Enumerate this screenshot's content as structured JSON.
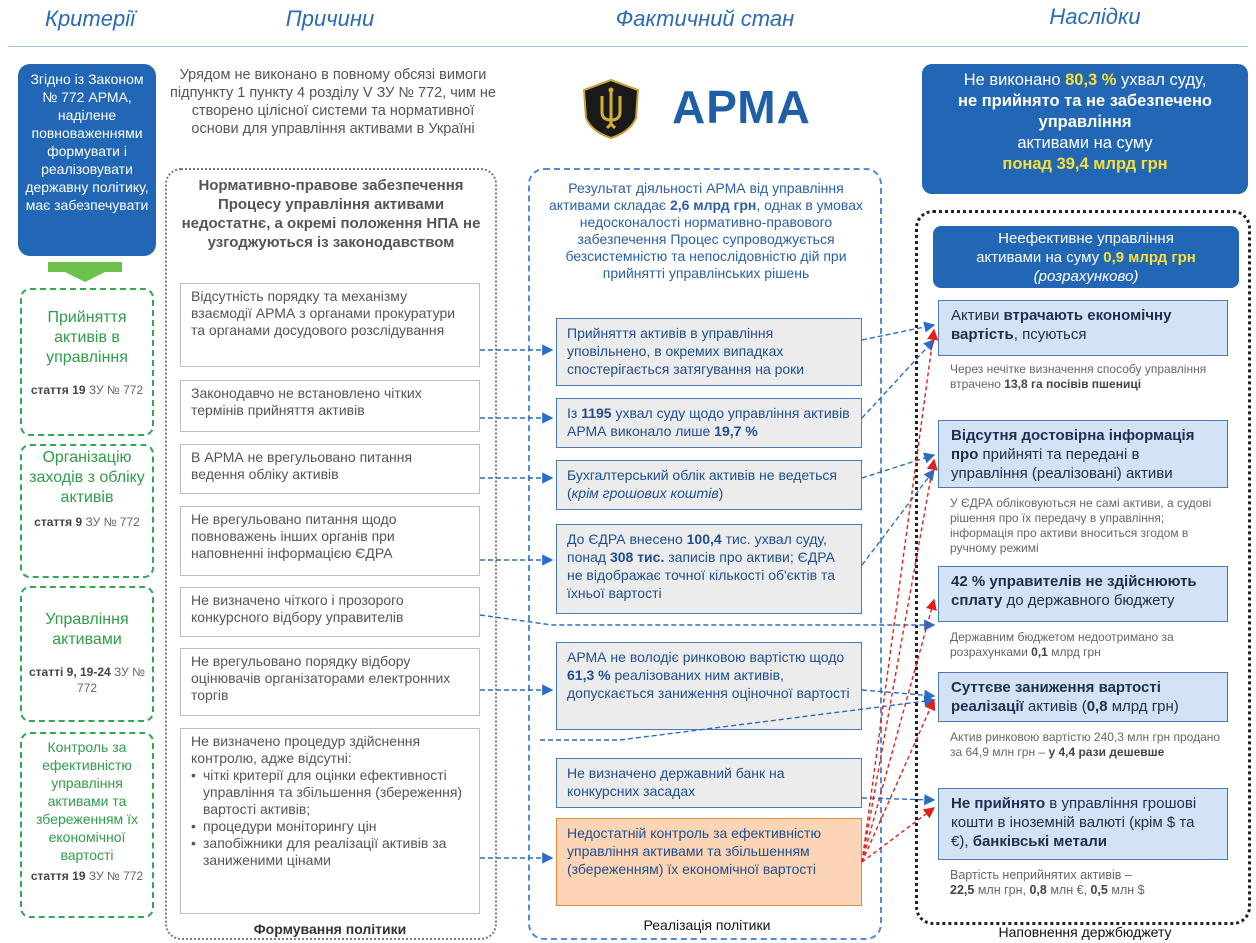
{
  "headers": {
    "criteria": "Критерії",
    "causes": "Причини",
    "actual_state": "Фактичний стан",
    "consequences": "Наслідки"
  },
  "criteria": {
    "intro": "Згідно із Законом № 772 АРМА, наділене повноваженнями формувати і реалізовувати державну політику, має забезпечувати",
    "items": [
      {
        "title": "Прийняття активів в управління",
        "article_prefix": "стаття",
        "article_num": "19",
        "article_suffix": " ЗУ № 772"
      },
      {
        "title": "Організацію заходів з обліку активів",
        "article_prefix": "стаття",
        "article_num": "9",
        "article_suffix": " ЗУ № 772"
      },
      {
        "title": "Управління активами",
        "article_prefix": "статті",
        "article_num": "9, 19-24",
        "article_suffix": " ЗУ № 772"
      },
      {
        "title": "Контроль за ефективністю управління активами та збереженням їх економічної вартості",
        "article_prefix": "стаття",
        "article_num": "19",
        "article_suffix": " ЗУ № 772"
      }
    ]
  },
  "causes": {
    "top_text": "Урядом не виконано в повному обсязі вимоги підпункту 1 пункту 4 розділу V ЗУ № 772, чим не створено цілісної системи та нормативної основи для управління активами в Україні",
    "frame_title": "Нормативно-правове забезпечення Процесу управління активами недостатнє, а окремі положення НПА не узгоджуються із законодавством",
    "boxes": [
      "Відсутність порядку та механізму взаємодії АРМА з органами прокуратури та органами досудового розслідування",
      "Законодавчо не встановлено чітких термінів прийняття активів",
      "В АРМА не врегульовано питання ведення обліку активів",
      "Не врегульовано питання щодо повноважень інших органів при наповненні інформацією ЄДРА",
      "Не визначено чіткого і прозорого конкурсного відбору управителів",
      "Не врегульовано порядку відбору оцінювачів організаторами електронних торгів"
    ],
    "control_box": {
      "lead": "Не визначено процедур здійснення контролю, адже відсутні:",
      "bullets": [
        "чіткі критерії для оцінки ефективності управління та збільшення (збереження) вартості активів;",
        "процедури моніторингу цін",
        "запобіжники для реалізації активів за заниженими цінами"
      ]
    },
    "footer": "Формування політики"
  },
  "actual": {
    "logo_text": "АРМА",
    "emblem_icon": "trident-shield-icon",
    "intro_pre": "Результат діяльності АРМА від управління активами складає ",
    "intro_bold": "2,6 млрд грн",
    "intro_post": ", однак в умовах недосконалості нормативно-правового забезпечення Процес супроводжується безсистемністю та непослідовністю дій при прийнятті управлінських рішень",
    "box1": "Прийняття активів в управління уповільнено, в окремих випадках спостерігається затягування на роки",
    "box2_pre": "Із ",
    "box2_b1": "1195",
    "box2_mid": " ухвал суду щодо управління активів АРМА виконало лише ",
    "box2_b2": "19,7 %",
    "box3_pre": "Бухгалтерський облік активів не ведеться (",
    "box3_italic": "крім грошових коштів",
    "box3_post": ")",
    "box4_pre": "До ЄДРА внесено ",
    "box4_b1": "100,4",
    "box4_mid": " тис. ухвал суду, понад ",
    "box4_b2": "308 тис.",
    "box4_post": " записів про активи; ЄДРА не відображає точної кількості об'єктів та їхньої вартості",
    "box5_pre": "АРМА не володіє ринковою вартістю щодо ",
    "box5_b": "61,3 %",
    "box5_post": " реалізованих ним активів, допускається заниження оціночної вартості",
    "box6": "Не визначено державний банк на конкурсних засадах",
    "box7": "Недостатній контроль за ефективністю управління активами та збільшенням (збереженням) їх економічної вартості",
    "footer": "Реалізація політики"
  },
  "consequences": {
    "top_l1a": "Не виконано ",
    "top_l1b": "80,3 %",
    "top_l1c": " ухвал суду,",
    "top_l2": "не прийнято та не забезпечено управління",
    "top_l3": "активами на суму",
    "top_l4": "понад 39,4 млрд грн",
    "head_l1": "Неефективне управління",
    "head_l2a": "активами на суму ",
    "head_l2b": "0,9 млрд грн",
    "head_l3": "(розрахунково)",
    "box1_pre": "Активи ",
    "box1_b": "втрачають економічну вартість",
    "box1_post": ", псуються",
    "note1_pre": "Через нечітке визначення способу управління втрачено ",
    "note1_b": "13,8 га посівів пшениці",
    "box2_b1": "Відсутня достовірна інформація про",
    "box2_post": " прийняті та передані в управління (реалізовані) активи",
    "note2": "У ЄДРА обліковуються не самі активи, а судові рішення про їх передачу в управління; інформація про активи вноситься згодом в ручному режимі",
    "box3_b1": "42 % управителів не здійснюють сплату",
    "box3_post": " до державного бюджету",
    "note3_pre": "Державним бюджетом недоотримано за розрахунками ",
    "note3_b": "0,1",
    "note3_post": " млрд грн",
    "box4_b1": "Суттєве заниження вартості реалізації",
    "box4_mid": " активів (",
    "box4_b2": "0,8",
    "box4_post": " млрд грн)",
    "note4_pre": "Актив ринковою вартістю 240,3 млн грн продано за 64,9 млн грн – ",
    "note4_b": "у 4,4 рази дешевше",
    "box5_b1": "Не прийнято",
    "box5_mid": " в управління грошові кошти в іноземній валюті (крім $ та €), ",
    "box5_b2": "банківські метали",
    "note5_l1": "Вартість неприйнятих активів –",
    "note5_b1": "22,5",
    "note5_t1": " млн грн, ",
    "note5_b2": "0,8",
    "note5_t2": " млн €, ",
    "note5_b3": "0,5",
    "note5_t3": " млн $",
    "footer": "Наповнення держбюджету"
  },
  "colors": {
    "primary_blue": "#2266b6",
    "green": "#32a852",
    "highlight_yellow": "#f7e03a",
    "orange_box": "#fbd5b5",
    "red_arrow": "#e0201c"
  }
}
